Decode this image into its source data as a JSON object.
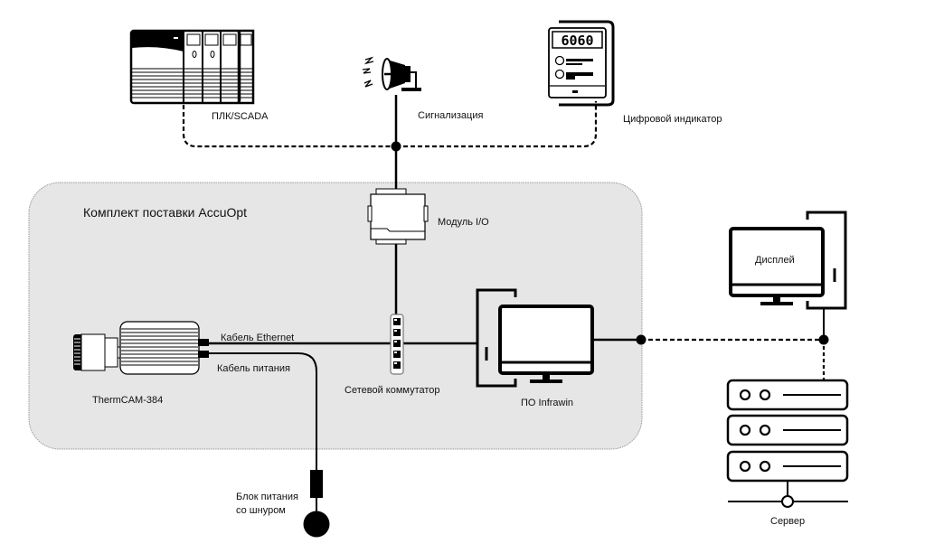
{
  "diagram": {
    "kit_title": "Комплект поставки AccuOpt",
    "kit_fill": "#e6e6e6",
    "kit_border": "#9a9a9a",
    "line_color": "#000000",
    "nodes": {
      "plc": {
        "label": "ПЛК/SCADA",
        "icon": "plc-rack-icon"
      },
      "alarm": {
        "label": "Сигнализация",
        "icon": "horn-speaker-icon"
      },
      "indicator": {
        "label": "Цифровой индикатор",
        "icon": "digital-indicator-icon",
        "display_value": "6060"
      },
      "io_module": {
        "label": "Модуль I/O",
        "icon": "din-rail-module-icon"
      },
      "camera": {
        "label": "ThermCAM-384",
        "icon": "thermal-camera-icon"
      },
      "switch": {
        "label": "Сетевой коммутатор",
        "icon": "network-switch-icon"
      },
      "software": {
        "label": "ПО Infrawin",
        "icon": "desktop-computer-icon"
      },
      "display": {
        "label": "Дисплей",
        "icon": "desktop-computer-icon"
      },
      "server": {
        "label": "Сервер",
        "icon": "server-rack-icon"
      },
      "power_supply": {
        "label_line1": "Блок питания",
        "label_line2": "со шнуром",
        "icon": "power-plug-icon"
      }
    },
    "cables": {
      "ethernet": "Кабель Ethernet",
      "power": "Кабель питания"
    }
  }
}
